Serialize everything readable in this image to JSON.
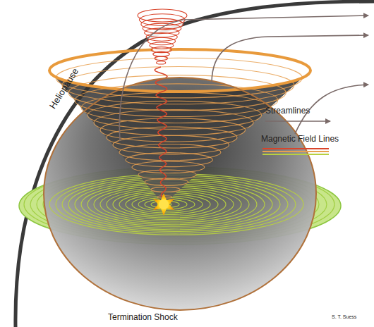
{
  "diagram": {
    "labels": [
      "Heliopause",
      "Termination Shock",
      "S. T. Suess"
    ],
    "legend": [
      {
        "text": "Streamlines"
      },
      {
        "text": "Magnetic Field Lines"
      }
    ]
  }
}
